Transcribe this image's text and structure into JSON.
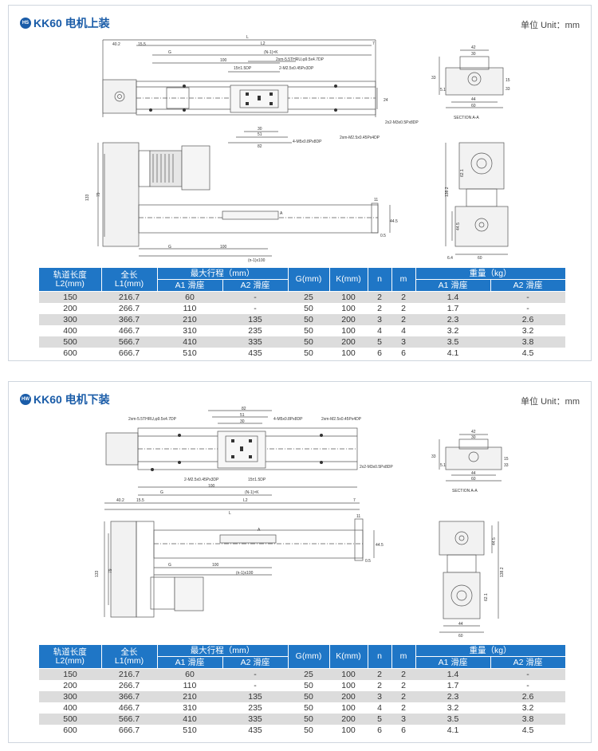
{
  "unit_label": "单位 Unit：mm",
  "sections": [
    {
      "badge": "HS",
      "title": "KK60 电机上装",
      "dims": {
        "l": "L",
        "l2": "L2",
        "d402": "40.2",
        "d155": "15.5",
        "d7": "7",
        "g": "G",
        "d100": "100",
        "n1": "(N-1)×K",
        "note1": "2xm-5.5THRU,φ9.5x4.7DP",
        "note2": "2-M2.5x0.45Px3DP",
        "d15": "15±1.5DP",
        "d24": "24",
        "d30": "30",
        "d51": "51",
        "d82": "82",
        "note3": "4-M5x0.8Px8DP",
        "note4": "2xm-M2.5x0.45Px4DP",
        "note5": "2x2-M3x0.5Px8DP",
        "d133": "133",
        "d79": "79",
        "d11": "11",
        "d445": "44.5",
        "d05": "0.5",
        "n2": "(n-1)x100",
        "a": "A",
        "s42": "42",
        "s30": "30",
        "s33": "33",
        "s51": "5.1",
        "s15": "15",
        "s33b": "33",
        "s44": "44",
        "s60": "60",
        "sec": "SECTION A-A",
        "e1382": "138.2",
        "e621": "62.1",
        "e445": "44.5",
        "e64": "6.4",
        "e60": "60"
      },
      "table": {
        "h_rail": "轨道长度",
        "h_rail2": "L2(mm)",
        "h_len": "全长",
        "h_len2": "L1(mm)",
        "h_stroke": "最大行程（mm）",
        "h_a1": "A1 滑座",
        "h_a2": "A2 滑座",
        "h_g": "G(mm)",
        "h_k": "K(mm)",
        "h_n": "n",
        "h_m": "m",
        "h_weight": "重量（kg）",
        "h_wa1": "A1 滑座",
        "h_wa2": "A2 滑座",
        "rows": [
          {
            "l2": "150",
            "l1": "216.7",
            "a1": "60",
            "a2": "-",
            "g": "25",
            "k": "100",
            "n": "2",
            "m": "2",
            "w1": "1.4",
            "w2": "-"
          },
          {
            "l2": "200",
            "l1": "266.7",
            "a1": "110",
            "a2": "-",
            "g": "50",
            "k": "100",
            "n": "2",
            "m": "2",
            "w1": "1.7",
            "w2": "-"
          },
          {
            "l2": "300",
            "l1": "366.7",
            "a1": "210",
            "a2": "135",
            "g": "50",
            "k": "200",
            "n": "3",
            "m": "2",
            "w1": "2.3",
            "w2": "2.6"
          },
          {
            "l2": "400",
            "l1": "466.7",
            "a1": "310",
            "a2": "235",
            "g": "50",
            "k": "100",
            "n": "4",
            "m": "4",
            "w1": "3.2",
            "w2": "3.2"
          },
          {
            "l2": "500",
            "l1": "566.7",
            "a1": "410",
            "a2": "335",
            "g": "50",
            "k": "200",
            "n": "5",
            "m": "3",
            "w1": "3.5",
            "w2": "3.8"
          },
          {
            "l2": "600",
            "l1": "666.7",
            "a1": "510",
            "a2": "435",
            "g": "50",
            "k": "100",
            "n": "6",
            "m": "6",
            "w1": "4.1",
            "w2": "4.5"
          }
        ]
      }
    },
    {
      "badge": "HW",
      "title": "KK60 电机下装",
      "dims": {
        "l": "L",
        "l2": "L2",
        "d402": "40.2",
        "d155": "15.5",
        "d7": "7",
        "g": "G",
        "d100": "100",
        "n1": "(N-1)×K",
        "note1": "2xm-5.5THRU,φ9.5x4.7DP",
        "note2": "2-M2.5x0.45Px3DP",
        "d15": "15±1.5DP",
        "d30": "30",
        "d51": "51",
        "d82": "82",
        "note3": "4-M5x0.8Px8DP",
        "note4": "2xm-M2.5x0.45Px4DP",
        "note5": "2x2-M3x0.5Px8DP",
        "d133": "133",
        "d79": "79",
        "d11": "11",
        "d445": "44.5",
        "d05": "0.5",
        "n2": "(n-1)x100",
        "a": "A",
        "s42": "42",
        "s30": "30",
        "s33": "33",
        "s51": "5.1",
        "s15": "15",
        "s33b": "33",
        "s44": "44",
        "s60": "60",
        "sec": "SECTION A-A",
        "e1382": "138.2",
        "e621": "62.1",
        "e445": "44.5",
        "e60": "60",
        "e44": "44"
      },
      "table": {
        "h_rail": "轨道长度",
        "h_rail2": "L2(mm)",
        "h_len": "全长",
        "h_len2": "L1(mm)",
        "h_stroke": "最大行程（mm）",
        "h_a1": "A1 滑座",
        "h_a2": "A2 滑座",
        "h_g": "G(mm)",
        "h_k": "K(mm)",
        "h_n": "n",
        "h_m": "m",
        "h_weight": "重量（kg）",
        "h_wa1": "A1 滑座",
        "h_wa2": "A2 滑座",
        "rows": [
          {
            "l2": "150",
            "l1": "216.7",
            "a1": "60",
            "a2": "-",
            "g": "25",
            "k": "100",
            "n": "2",
            "m": "2",
            "w1": "1.4",
            "w2": "-"
          },
          {
            "l2": "200",
            "l1": "266.7",
            "a1": "110",
            "a2": "-",
            "g": "50",
            "k": "100",
            "n": "2",
            "m": "2",
            "w1": "1.7",
            "w2": "-"
          },
          {
            "l2": "300",
            "l1": "366.7",
            "a1": "210",
            "a2": "135",
            "g": "50",
            "k": "200",
            "n": "3",
            "m": "2",
            "w1": "2.3",
            "w2": "2.6"
          },
          {
            "l2": "400",
            "l1": "466.7",
            "a1": "310",
            "a2": "235",
            "g": "50",
            "k": "100",
            "n": "4",
            "m": "2",
            "w1": "3.2",
            "w2": "3.2"
          },
          {
            "l2": "500",
            "l1": "566.7",
            "a1": "410",
            "a2": "335",
            "g": "50",
            "k": "200",
            "n": "5",
            "m": "3",
            "w1": "3.5",
            "w2": "3.8"
          },
          {
            "l2": "600",
            "l1": "666.7",
            "a1": "510",
            "a2": "435",
            "g": "50",
            "k": "100",
            "n": "6",
            "m": "6",
            "w1": "4.1",
            "w2": "4.5"
          }
        ]
      }
    }
  ]
}
